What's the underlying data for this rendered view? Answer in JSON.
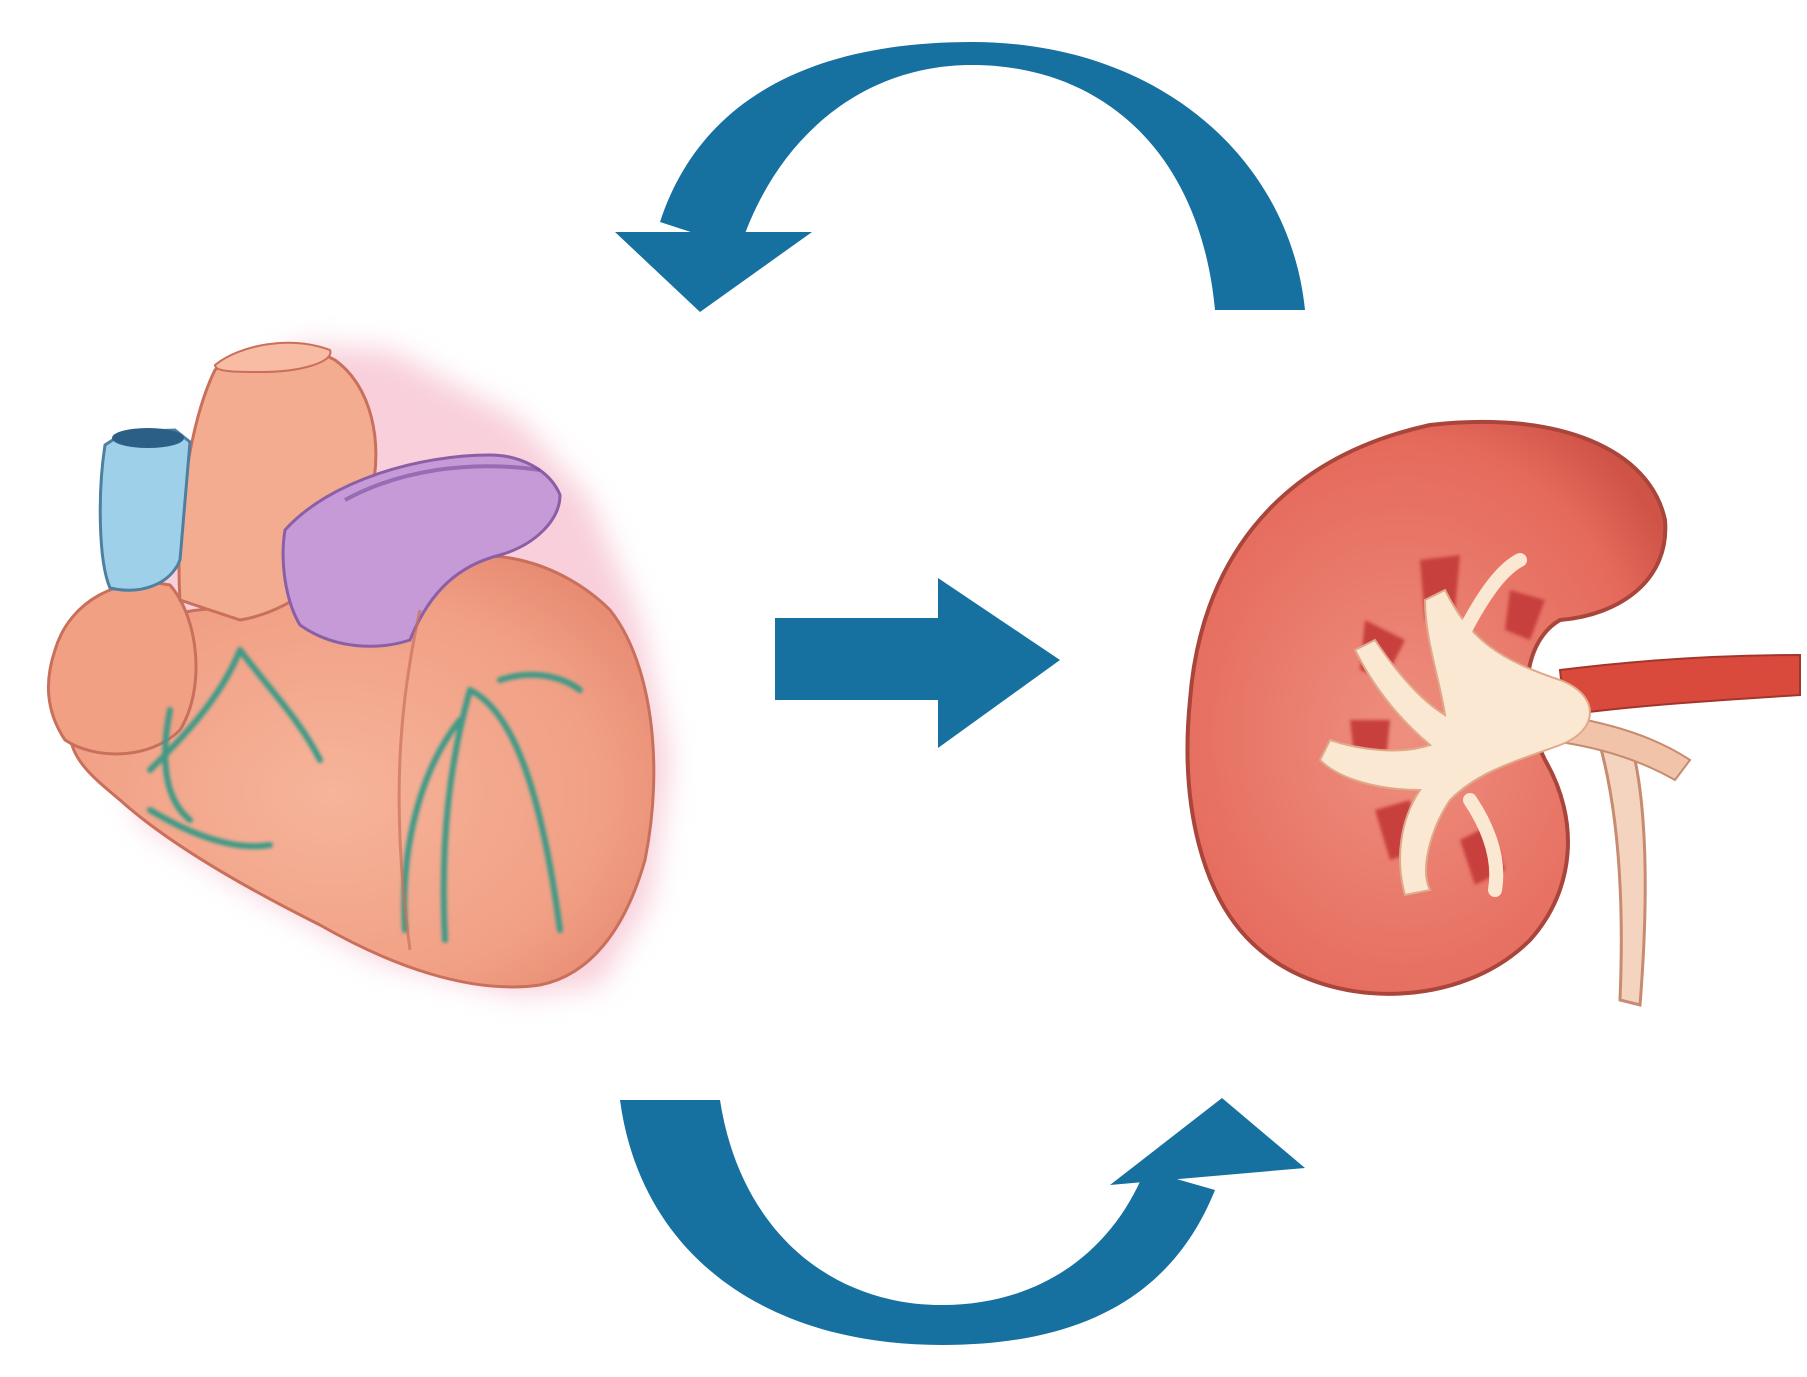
{
  "diagram": {
    "nodes": [
      {
        "id": "heart",
        "icon": "heart-illustration"
      },
      {
        "id": "kidney",
        "icon": "kidney-illustration"
      }
    ],
    "edges": [
      {
        "from": "kidney",
        "to": "heart",
        "style": "curved-arrow-top"
      },
      {
        "from": "heart",
        "to": "kidney",
        "style": "straight-arrow-center"
      },
      {
        "from": "heart",
        "to": "kidney",
        "style": "curved-arrow-bottom"
      }
    ],
    "colors": {
      "arrow": "#1670a0",
      "heart_muscle": "#f2a285",
      "heart_vessel_purple": "#c69ad6",
      "heart_vessel_blue": "#9fd0ea",
      "coronary_vessel": "#3f9a86",
      "kidney_cortex": "#e56a5c",
      "kidney_medulla": "#c8413d",
      "kidney_pelvis": "#fbe8d2",
      "renal_artery": "#d94a3c",
      "background": "#ffffff"
    }
  }
}
